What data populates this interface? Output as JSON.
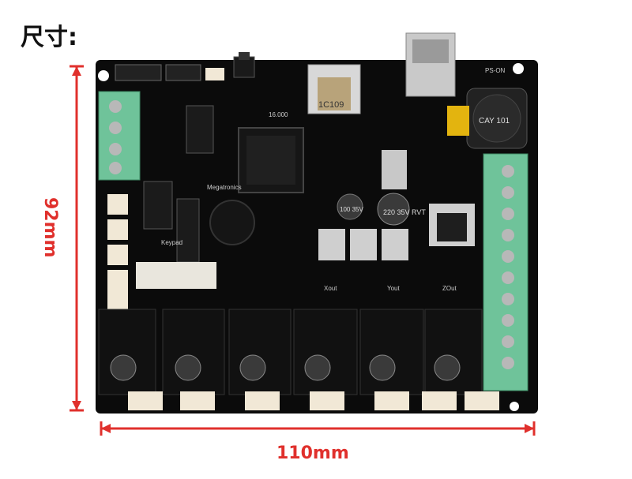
{
  "title": "尺寸:",
  "dimension_height": "92mm",
  "dimension_width": "110mm",
  "colors": {
    "board": "#0b0b0b",
    "dimension": "#e0302c",
    "terminal": "#6fc39a",
    "connector": "#f1e8d6"
  },
  "board_labels": {
    "chip_label": "1C109",
    "inductor_label": "CAY 101",
    "cap_large": "220 35V RVT",
    "cap_mid": "100 35V",
    "crystal": "16.000",
    "psu_label": "PS-ON",
    "brand": "Megatronics",
    "keypad": "Keypad",
    "xout": "Xout",
    "yout": "Yout",
    "zout": "ZOut"
  }
}
